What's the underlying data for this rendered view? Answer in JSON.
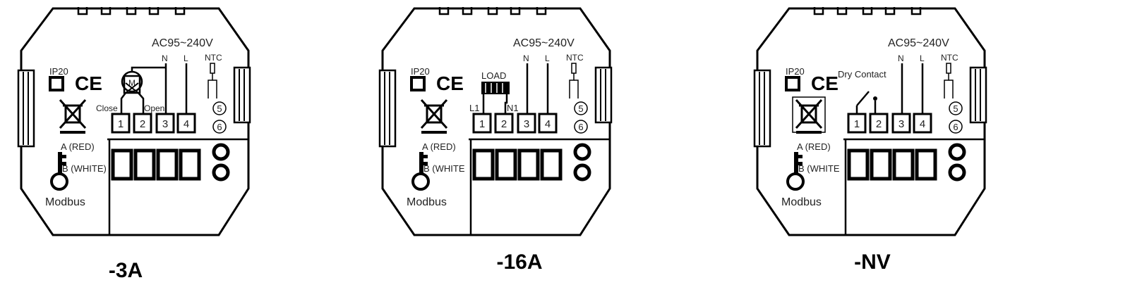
{
  "panels": [
    {
      "key": "3a",
      "model_label": "-3A",
      "voltage": "AC95~240V",
      "rating": "IP20",
      "ce_mark": "CE",
      "n_label": "N",
      "l_label": "L",
      "ntc_label": "NTC",
      "ntc_terminals": [
        "5",
        "6"
      ],
      "terminals": [
        "1",
        "2",
        "3",
        "4"
      ],
      "close_label": "Close",
      "open_label": "Open",
      "modbus_a": "A (RED)",
      "modbus_b": "B (WHITE)",
      "modbus_label": "Modbus",
      "motor_symbol": "M"
    },
    {
      "key": "16a",
      "model_label": "-16A",
      "voltage": "AC95~240V",
      "rating": "IP20",
      "ce_mark": "CE",
      "n_label": "N",
      "l_label": "L",
      "ntc_label": "NTC",
      "ntc_terminals": [
        "5",
        "6"
      ],
      "terminals": [
        "1",
        "2",
        "3",
        "4"
      ],
      "load_label": "LOAD",
      "l1_label": "L1",
      "n1_label": "N1",
      "modbus_a": "A (RED)",
      "modbus_b": "B (WHITE",
      "modbus_label": "Modbus"
    },
    {
      "key": "nv",
      "model_label": "-NV",
      "voltage": "AC95~240V",
      "rating": "IP20",
      "ce_mark": "CE",
      "n_label": "N",
      "l_label": "L",
      "ntc_label": "NTC",
      "ntc_terminals": [
        "5",
        "6"
      ],
      "terminals": [
        "1",
        "2",
        "3",
        "4"
      ],
      "dry_contact_label": "Dry Contact",
      "modbus_a": "A (RED)",
      "modbus_b": "B (WHITE",
      "modbus_label": "Modbus"
    }
  ]
}
